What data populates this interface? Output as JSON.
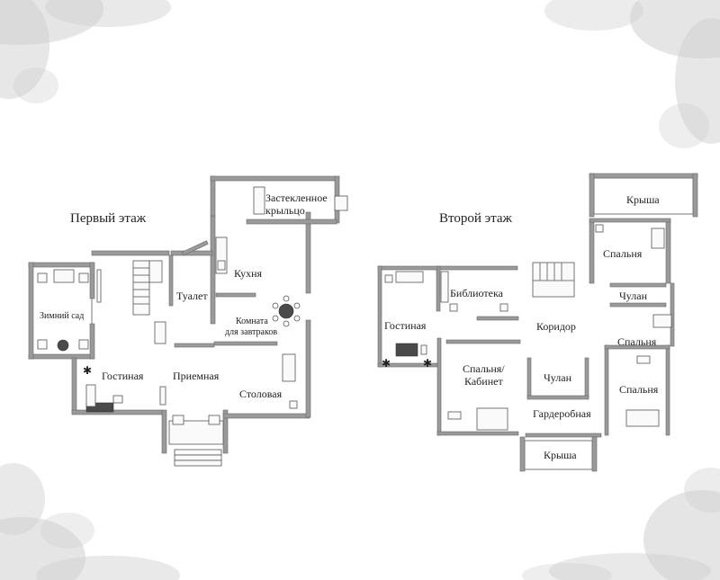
{
  "floors": [
    {
      "title": "Первый этаж",
      "rooms": {
        "winter_garden": "Зимний сад",
        "living_room": "Гостиная",
        "reception": "Приемная",
        "toilet": "Туалет",
        "kitchen": "Кухня",
        "glazed_porch_1": "Застекленное",
        "glazed_porch_2": "крыльцо",
        "breakfast_room_1": "Комната",
        "breakfast_room_2": "для завтраков",
        "dining_room": "Столовая"
      }
    },
    {
      "title": "Второй этаж",
      "rooms": {
        "roof_top": "Крыша",
        "bedroom_top": "Спальня",
        "closet_top": "Чулан",
        "library": "Библиотека",
        "living_room": "Гостиная",
        "corridor": "Коридор",
        "bedroom_mid": "Спальня",
        "bedroom_study_1": "Спальня/",
        "bedroom_study_2": "Кабинет",
        "closet_mid": "Чулан",
        "bedroom_right": "Спальня",
        "wardrobe": "Гардеробная",
        "roof_bottom": "Крыша"
      }
    }
  ],
  "colors": {
    "wall": "#9a9a9a",
    "ink": "#222222",
    "cloud": "#cfcfcf"
  }
}
